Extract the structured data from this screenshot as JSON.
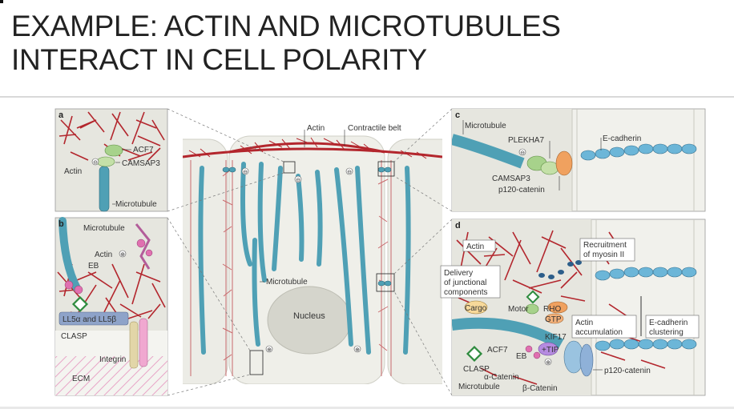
{
  "title_line1": "EXAMPLE: ACTIN AND MICROTUBULES",
  "title_line2": "INTERACT IN CELL POLARITY",
  "center": {
    "actin": "Actin",
    "contractile_belt": "Contractile belt",
    "microtubule": "Microtubule",
    "nucleus": "Nucleus"
  },
  "panel_a": {
    "letter": "a",
    "acf7": "ACF7",
    "camsap3": "CAMSAP3",
    "actin": "Actin",
    "microtubule": "Microtubule"
  },
  "panel_b": {
    "letter": "b",
    "microtubule": "Microtubule",
    "actin": "Actin",
    "eb": "EB",
    "ll5": "LL5α and LL5β",
    "clasp": "CLASP",
    "integrin": "Integrin",
    "ecm": "ECM"
  },
  "panel_c": {
    "letter": "c",
    "microtubule": "Microtubule",
    "plekha7": "PLEKHA7",
    "ecadherin": "E-cadherin",
    "camsap3": "CAMSAP3",
    "p120": "p120-catenin"
  },
  "panel_d": {
    "letter": "d",
    "actin": "Actin",
    "recruitment_1": "Recruitment",
    "recruitment_2": "of myosin II",
    "delivery_1": "Delivery",
    "delivery_2": "of junctional",
    "delivery_3": "components",
    "cargo": "Cargo",
    "motor": "Motor",
    "rho": "RHO",
    "gtp": "GTP",
    "actin_acc_1": "Actin",
    "actin_acc_2": "accumulation",
    "ecad_clust_1": "E-cadherin",
    "ecad_clust_2": "clustering",
    "kif17": "KIF17",
    "tip": "+TIP",
    "acf7": "ACF7",
    "eb": "EB",
    "clasp": "CLASP",
    "alpha_catenin": "α-Catenin",
    "microtubule": "Microtubule",
    "beta_catenin": "β-Catenin",
    "p120": "p120-catenin"
  },
  "colors": {
    "actin": "#b3262d",
    "microtubule": "#4fa0b5",
    "panel_bg": "#e6e6df",
    "cell_bg": "#ecece6"
  }
}
